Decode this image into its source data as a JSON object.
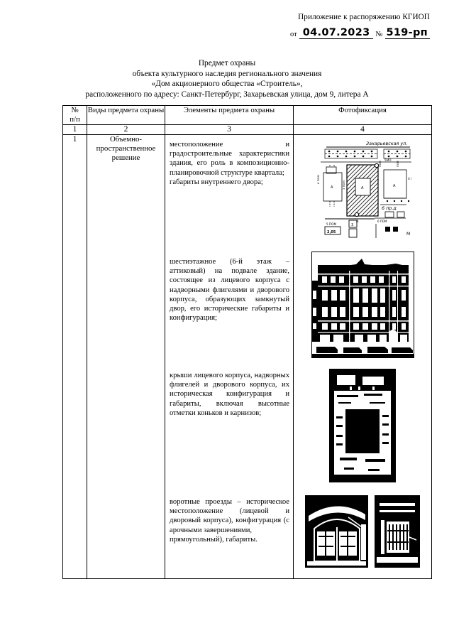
{
  "header": {
    "appendix_line": "Приложение к распоряжению КГИОП",
    "from_label": "от",
    "date_value": "04.07.2023",
    "number_label": "№",
    "number_value": "519-рп"
  },
  "title": {
    "line1": "Предмет охраны",
    "line2": "объекта культурного наследия регионального значения",
    "line3": "«Дом акционерного общества «Строитель»,",
    "line4": "расположенного по адресу: Санкт-Петербург, Захарьевская улица, дом 9, литера А"
  },
  "table": {
    "headers": [
      "№\nп/п",
      "Виды предмета охраны",
      "Элементы предмета охраны",
      "Фотофиксация"
    ],
    "header_num_line": [
      "1",
      "2",
      "3",
      "4"
    ],
    "rows": [
      {
        "num": "1",
        "type": "Объемно-пространственное решение",
        "elements": [
          {
            "id": "elem-location",
            "text": "местоположение и градостроительные характеристики здания, его роль в композиционно-планировочной структуре квартала;",
            "last_line": "габариты внутреннего двора;",
            "photo": {
              "id": "site-plan",
              "caption": "Захарьевская ул.",
              "kind": "cadastral-plan"
            }
          },
          {
            "id": "elem-volume",
            "text": "шестиэтажное (6-й этаж – аттиковый) на подвале здание, состоящее из лицевого корпуса с надворными флигелями и дворового корпуса, образующих замкнутый двор, его исторические габариты и конфигурация;",
            "last_line": "",
            "photo": {
              "id": "facade-photo",
              "caption": "",
              "kind": "facade"
            }
          },
          {
            "id": "elem-roofs",
            "text": "крыши лицевого корпуса, надворных флигелей и дворового корпуса, их историческая конфигурация и габариты, включая высотные отметки коньков и карнизов;",
            "last_line": "",
            "photo": {
              "id": "aerial-courtyard-photo",
              "caption": "",
              "kind": "aerial"
            }
          },
          {
            "id": "elem-gates",
            "text": "воротные проезды – историческое местоположение (лицевой и дворовый корпуса), конфигурация (с арочными завершениями,",
            "last_line": "прямоугольный), габариты.",
            "photo": {
              "id": "gate-photos",
              "caption": "",
              "kind": "gates"
            }
          }
        ]
      }
    ]
  }
}
